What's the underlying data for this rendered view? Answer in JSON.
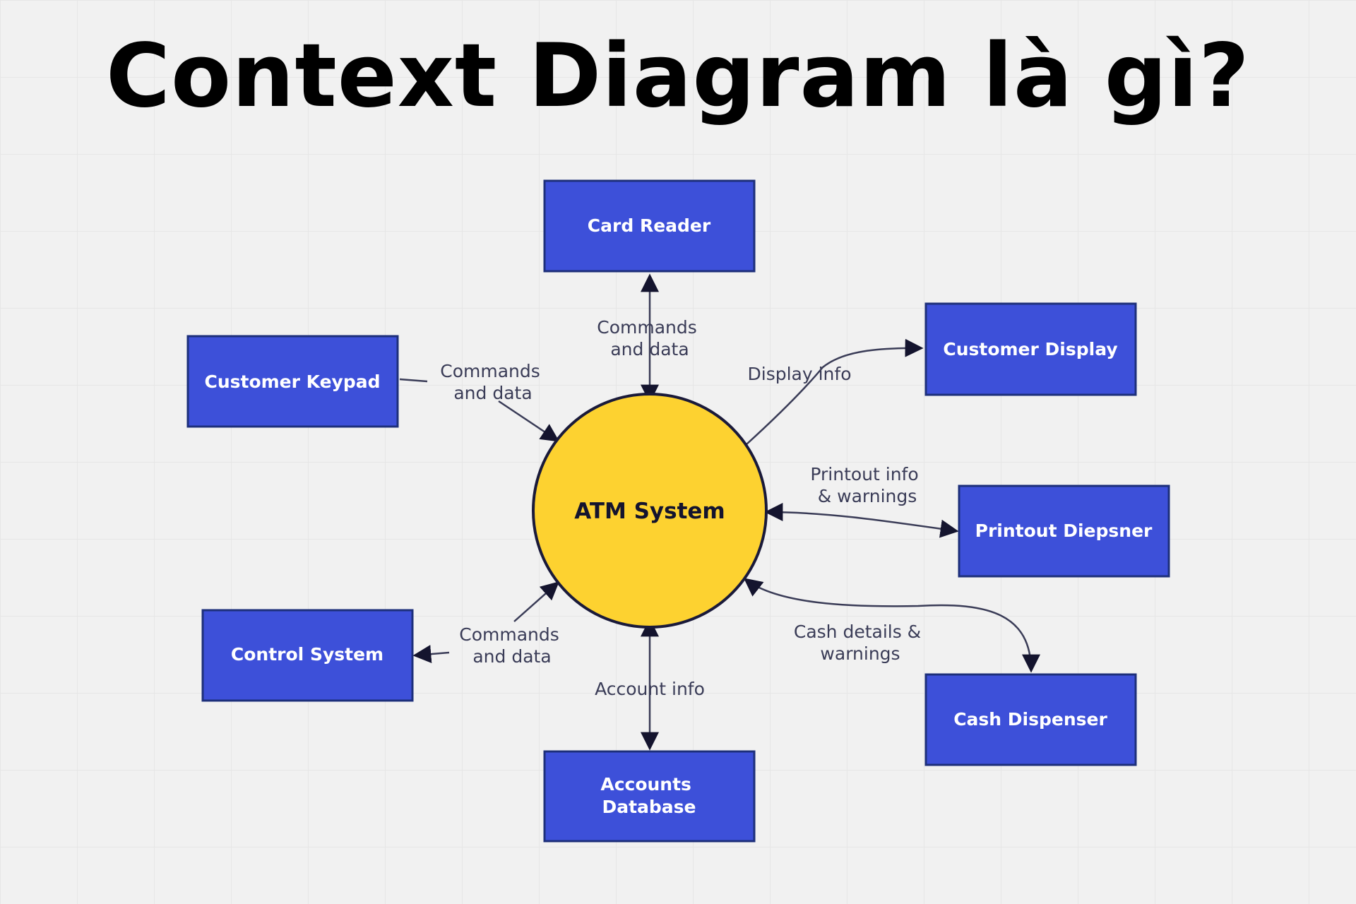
{
  "title": "Context Diagram là gì?",
  "center": {
    "label": "ATM System"
  },
  "nodes": {
    "card_reader": "Card Reader",
    "customer_display": "Customer Display",
    "customer_keypad": "Customer Keypad",
    "printout_dispenser": "Printout Diepsner",
    "control_system": "Control System",
    "cash_dispenser": "Cash Dispenser",
    "accounts_database": [
      "Accounts",
      "Database"
    ]
  },
  "edges": {
    "card_reader": [
      "Commands",
      "and data"
    ],
    "customer_keypad": [
      "Commands",
      "and data"
    ],
    "customer_display": [
      "Display info"
    ],
    "printout_dispenser": [
      "Printout info",
      "& warnings"
    ],
    "control_system": [
      "Commands",
      "and data"
    ],
    "cash_dispenser": [
      "Cash details &",
      "warnings"
    ],
    "accounts_database": [
      "Account info"
    ]
  },
  "colors": {
    "node_fill": "#3d50d9",
    "center_fill": "#fdd230",
    "edge": "#3a3c57"
  }
}
